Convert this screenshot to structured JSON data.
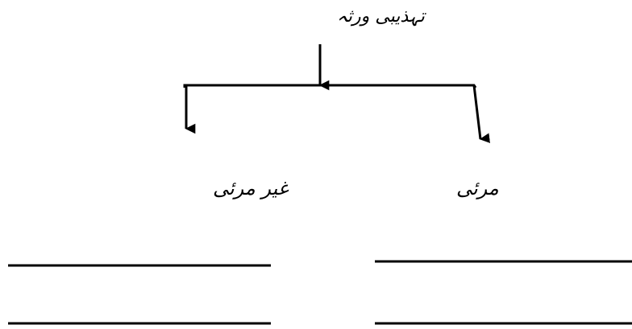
{
  "diagram": {
    "root_label": "تہذیبی ورثہ",
    "right_branch_label": "مرئی",
    "left_branch_label": "غیر مرئی",
    "stroke_color": "#000000",
    "background_color": "#ffffff"
  }
}
